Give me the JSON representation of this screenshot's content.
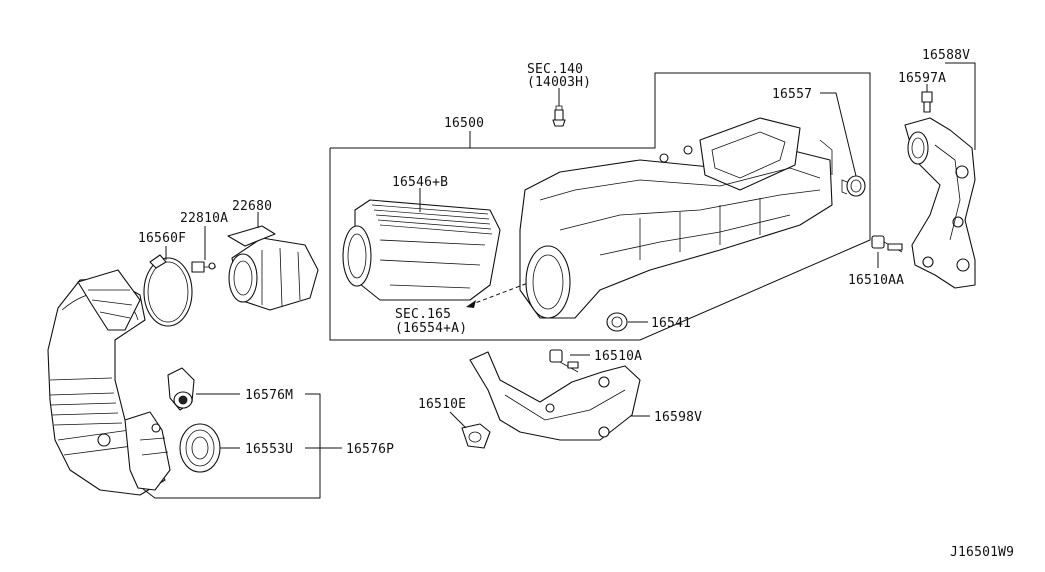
{
  "diagram_id": "J16501W9",
  "labels": {
    "l16500": "16500",
    "l16546b": "16546+B",
    "l22680": "22680",
    "l22810a": "22810A",
    "l16560f": "16560F",
    "l16557": "16557",
    "l16541": "16541",
    "l16588v": "16588V",
    "l16597a": "16597A",
    "l16510aa": "16510AA",
    "l16510a": "16510A",
    "l16510e": "16510E",
    "l16598v": "16598V",
    "l16576m": "16576M",
    "l16553u": "16553U",
    "l16576p": "16576P",
    "sec140": "SEC.140",
    "sec140_ref": "(14003H)",
    "sec165": "SEC.165",
    "sec165_ref": "(16554+A)"
  }
}
